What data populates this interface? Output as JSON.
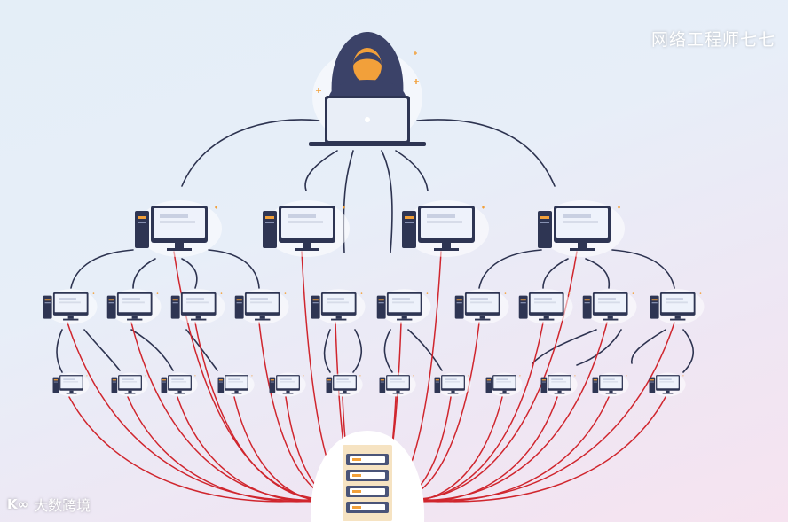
{
  "watermark_top": "网络工程师七七",
  "watermark_bottom": "大数跨境",
  "logo_mark": "K∞",
  "colors": {
    "dark_link": "#2d3350",
    "red_link": "#d0262e",
    "hood": "#3b4268",
    "face": "#f2a03a",
    "laptop": "#e9eef7",
    "screen": "#eef2fb",
    "tower": "#2e3553",
    "server": "#4a5478",
    "server_shelf": "#f2d7a8"
  },
  "icons": {
    "hacker": "hacker-icon",
    "computer": "computer-icon",
    "server": "server-icon"
  }
}
